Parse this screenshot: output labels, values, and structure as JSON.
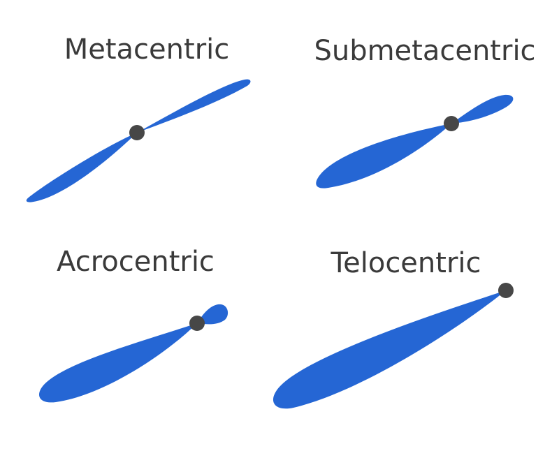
{
  "colors": {
    "arm": "#2566d4",
    "centromere": "#474747",
    "background": "#ffffff",
    "label": "#3a3a3a"
  },
  "chromosomes": [
    {
      "type": "metacentric",
      "label": "Metacentric"
    },
    {
      "type": "submetacentric",
      "label": "Submetacentric"
    },
    {
      "type": "acrocentric",
      "label": "Acrocentric"
    },
    {
      "type": "telocentric",
      "label": "Telocentric"
    }
  ]
}
